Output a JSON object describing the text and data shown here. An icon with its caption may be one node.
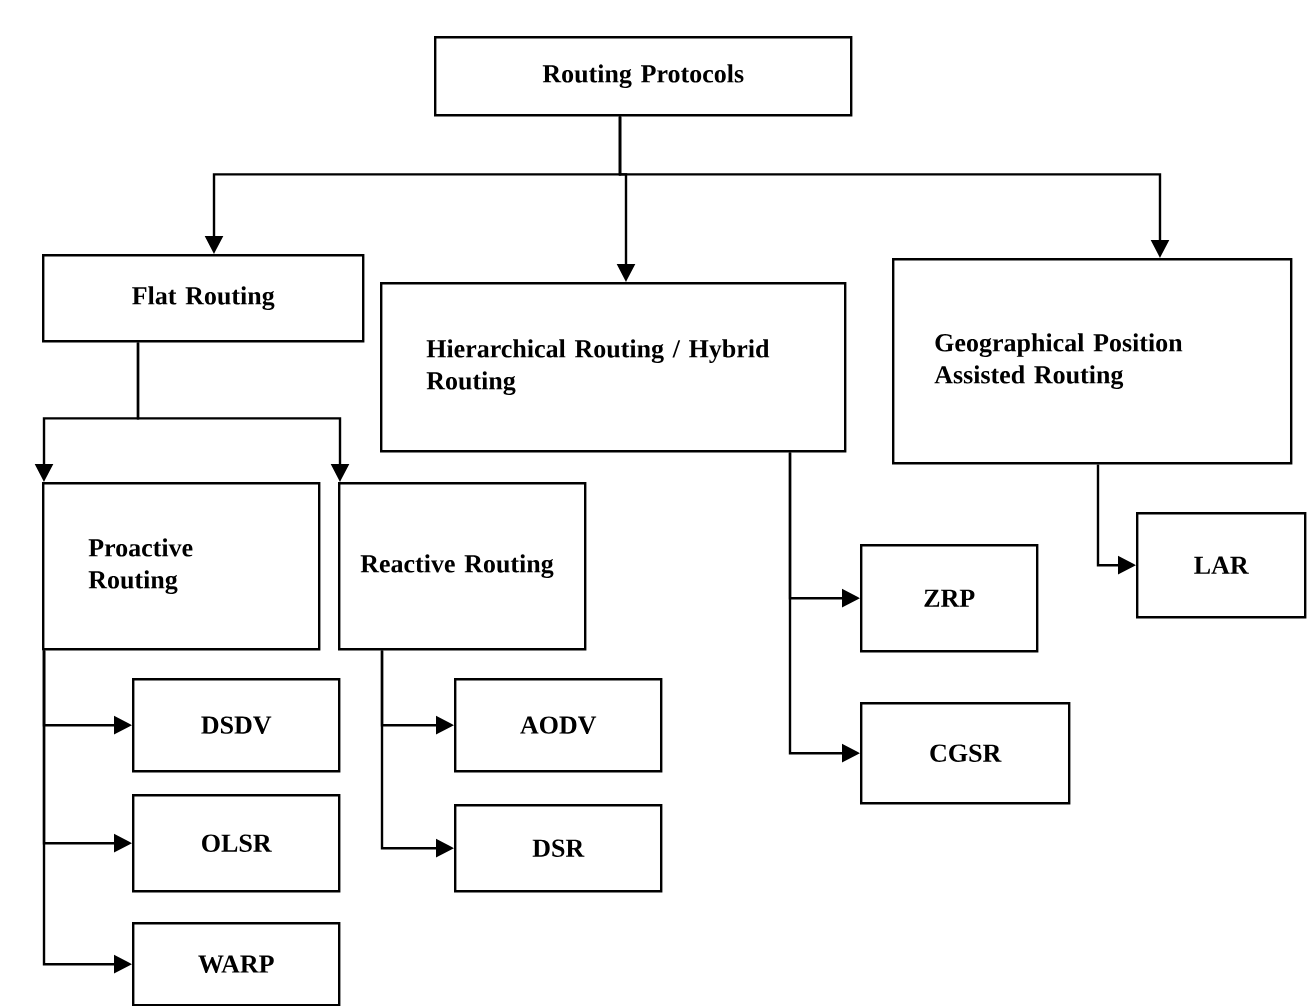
{
  "diagram": {
    "nodes": [
      {
        "text": [
          "Routing Protocols"
        ]
      },
      {
        "text": [
          "Flat Routing"
        ]
      },
      {
        "text": [
          "Hierarchical Routing / Hybrid Routing"
        ]
      },
      {
        "text": [
          "Geographical Position Assisted Routing"
        ]
      },
      {
        "text": [
          "Proactive Routing"
        ]
      },
      {
        "text": [
          "Reactive Routing"
        ]
      },
      {
        "text": [
          "DSDV"
        ]
      },
      {
        "text": [
          "OLSR"
        ]
      },
      {
        "text": [
          "WARP"
        ]
      },
      {
        "text": [
          "AODV"
        ]
      },
      {
        "text": [
          "DSR"
        ]
      },
      {
        "text": [
          "ZRP"
        ]
      },
      {
        "text": [
          "CGSR"
        ]
      },
      {
        "text": [
          "LAR"
        ]
      }
    ],
    "edges": [
      {
        "from": 0,
        "to": 1,
        "arrow": "to"
      },
      {
        "from": 0,
        "to": 2,
        "arrow": "to"
      },
      {
        "from": 0,
        "to": 3,
        "arrow": "to"
      },
      {
        "from": 1,
        "to": 4,
        "arrow": "to"
      },
      {
        "from": 1,
        "to": 5,
        "arrow": "to"
      },
      {
        "from": 4,
        "to": 6,
        "arrow": "to"
      },
      {
        "from": 4,
        "to": 7,
        "arrow": "to"
      },
      {
        "from": 4,
        "to": 8,
        "arrow": "to"
      },
      {
        "from": 5,
        "to": 9,
        "arrow": "to"
      },
      {
        "from": 5,
        "to": 10,
        "arrow": "to"
      },
      {
        "from": 2,
        "to": 11,
        "arrow": "to"
      },
      {
        "from": 2,
        "to": 12,
        "arrow": "to"
      },
      {
        "from": 3,
        "to": 13,
        "arrow": "to"
      }
    ]
  }
}
